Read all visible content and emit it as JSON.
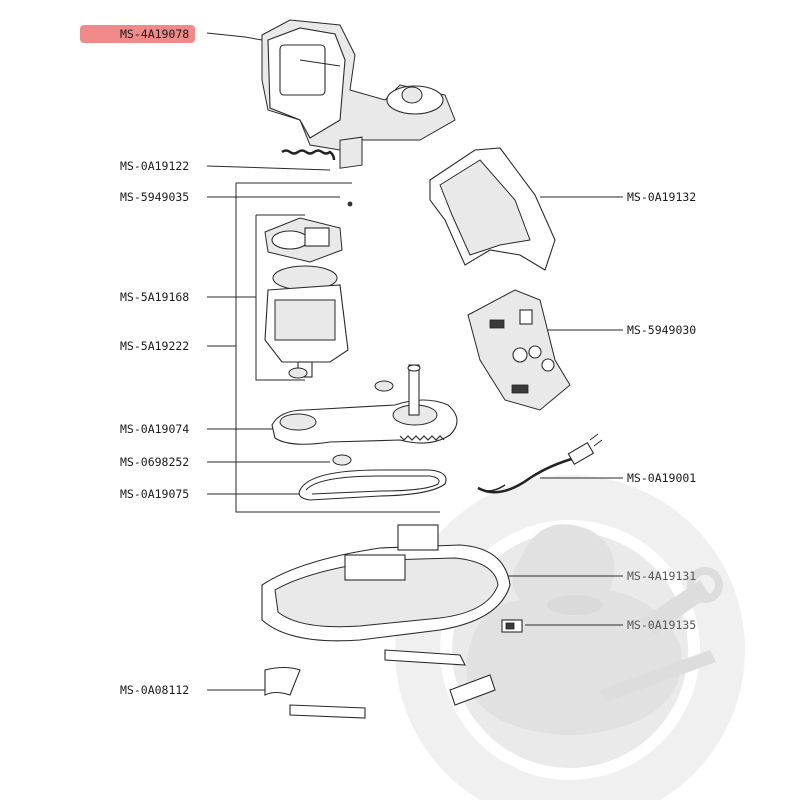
{
  "diagram": {
    "accent_color": "#f08a8a",
    "watermark_icon": "duck-with-wrench-logo",
    "labels": {
      "motor_housing": "MS-4A19078",
      "spring": "MS-0A19122",
      "switch_board": "MS-5949035",
      "motor_top": "MS-5A19168",
      "motor_assembly": "MS-5A19222",
      "gear_plate": "MS-0A19074",
      "bearing": "MS-0698252",
      "belt": "MS-0A19075",
      "pcb_cover": "MS-0A19132",
      "pcb": "MS-5949030",
      "power_cord": "MS-0A19001",
      "base": "MS-4A19131",
      "base_switch": "MS-0A19135",
      "feet": "MS-0A08112"
    }
  }
}
